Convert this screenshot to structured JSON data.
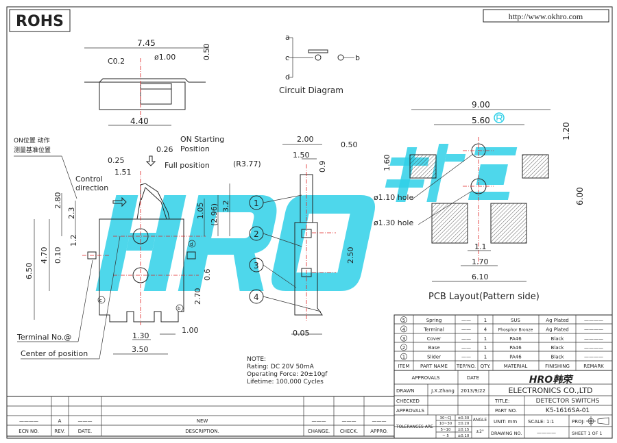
{
  "header": {
    "rohs": "ROHS",
    "url": "http://www.okhro.com"
  },
  "watermark": {
    "text": "HRO韩荣",
    "color": "#2fd0e8"
  },
  "circuit": {
    "title": "Circuit Diagram",
    "a": "a",
    "b": "b",
    "c": "c",
    "d": "d"
  },
  "top_view": {
    "w745": "7.45",
    "c02": "C0.2",
    "d100": "ø1.00",
    "h050": "0.50",
    "w440": "4.40"
  },
  "front_view": {
    "on_pos_cn1": "ON位置 动作",
    "on_pos_cn2": "测量基准位置",
    "on_start1": "ON  Starting",
    "on_start2": "Position",
    "d026": "0.26",
    "d025": "0.25",
    "d151": "1.51",
    "full_position": "Full  position",
    "r377": "(R3.77)",
    "control1": "Control",
    "control2": "direction",
    "d280": "2.80",
    "d23": "2.3",
    "d105": "1.05",
    "d296": "(2.96)",
    "d32": "3.2",
    "d12": "1.2",
    "d470": "4.70",
    "d010": "0.10",
    "d650": "6.50",
    "d06": "0.6",
    "d270": "2.70",
    "term_c": "c",
    "term_b": "b",
    "term_d": "d",
    "d130": "1.30",
    "d100": "1.00",
    "d350": "3.50",
    "terminal_no": "Terminal  No.@",
    "center_of_position": "Center  of  position"
  },
  "side_view": {
    "d200": "2.00",
    "d150": "1.50",
    "d050": "0.50",
    "d09": "0.9",
    "d250": "2.50",
    "d005": "0.05",
    "callouts": [
      "1",
      "2",
      "3",
      "4"
    ]
  },
  "pcb": {
    "d900": "9.00",
    "d560": "5.60",
    "d120": "1.20",
    "d160": "1.60",
    "d600": "6.00",
    "hole110": "ø1.10  hole",
    "hole130": "ø1.30  hole",
    "d11": "1.1",
    "d170": "1.70",
    "d610": "6.10",
    "title": "PCB  Layout(Pattern  side)"
  },
  "notes": {
    "title": "NOTE:",
    "rating": "Rating:  DC  20V  50mA",
    "force": "Operating  Force:  20±10gf",
    "lifetime": "Lifetime:  100,000  Cycles"
  },
  "bom": {
    "rows": [
      {
        "item": "5",
        "name": "Spring",
        "ter": "——",
        "qty": "1",
        "material": "SUS",
        "finishing": "Ag  Plated",
        "remark": "————"
      },
      {
        "item": "4",
        "name": "Terminal",
        "ter": "——",
        "qty": "4",
        "material": "Phosphor  Bronze",
        "finishing": "Ag  Plated",
        "remark": "————"
      },
      {
        "item": "3",
        "name": "Cover",
        "ter": "——",
        "qty": "1",
        "material": "PA46",
        "finishing": "Black",
        "remark": "————"
      },
      {
        "item": "2",
        "name": "Base",
        "ter": "——",
        "qty": "1",
        "material": "PA46",
        "finishing": "Black",
        "remark": "————"
      },
      {
        "item": "1",
        "name": "Slider",
        "ter": "——",
        "qty": "1",
        "material": "PA46",
        "finishing": "Black",
        "remark": "————"
      }
    ],
    "headers": {
      "item": "ITEM",
      "name": "PART  NAME",
      "ter": "TER'NO.",
      "qty": "QTY.",
      "material": "MATERIAL",
      "finishing": "FINISHING",
      "remark": "REMARK"
    }
  },
  "title_block": {
    "approvals": "APPROVALS",
    "date": "DATE",
    "logo": "HRO韩荣",
    "company": "ELECTRONICS  CO.,LTD",
    "drawn": "DRAWN",
    "drawn_by": "J.X.Zhang",
    "drawn_date": "2013/9/22",
    "checked": "CHECKED",
    "approvals2": "APPROVALS",
    "title_label": "TITLE:",
    "title": "DETECTOR  SWITCHS",
    "part_label": "PART  NO.",
    "part_no": "K5-1616SA-01",
    "tolerances": "TOLERANCES  ARE",
    "tol": [
      [
        "30~CJ",
        "±0.30"
      ],
      [
        "10~30",
        "±0.20"
      ],
      [
        "5~10",
        "±0.15"
      ],
      [
        "~ 5",
        "±0.10"
      ]
    ],
    "angle": "ANGLE",
    "angle_tol": "±2°",
    "unit": "UNIT:  mm",
    "scale": "SCALE:   1:1",
    "proj": "PROJ:",
    "drawing_no": "DRAWING  NO.",
    "drawing_no_val": "————",
    "sheet": "SHEET   1  OF  1"
  },
  "revision": {
    "row": {
      "ecn": "————",
      "rev": "A",
      "date": "———",
      "desc": "NEW",
      "change": "———",
      "check": "———",
      "appro": "———"
    },
    "headers": {
      "ecn": "ECN  NO.",
      "rev": "REV.",
      "date": "DATE.",
      "desc": "DESCRIPTION.",
      "change": "CHANGE.",
      "check": "CHECK.",
      "appro": "APPRO."
    }
  }
}
